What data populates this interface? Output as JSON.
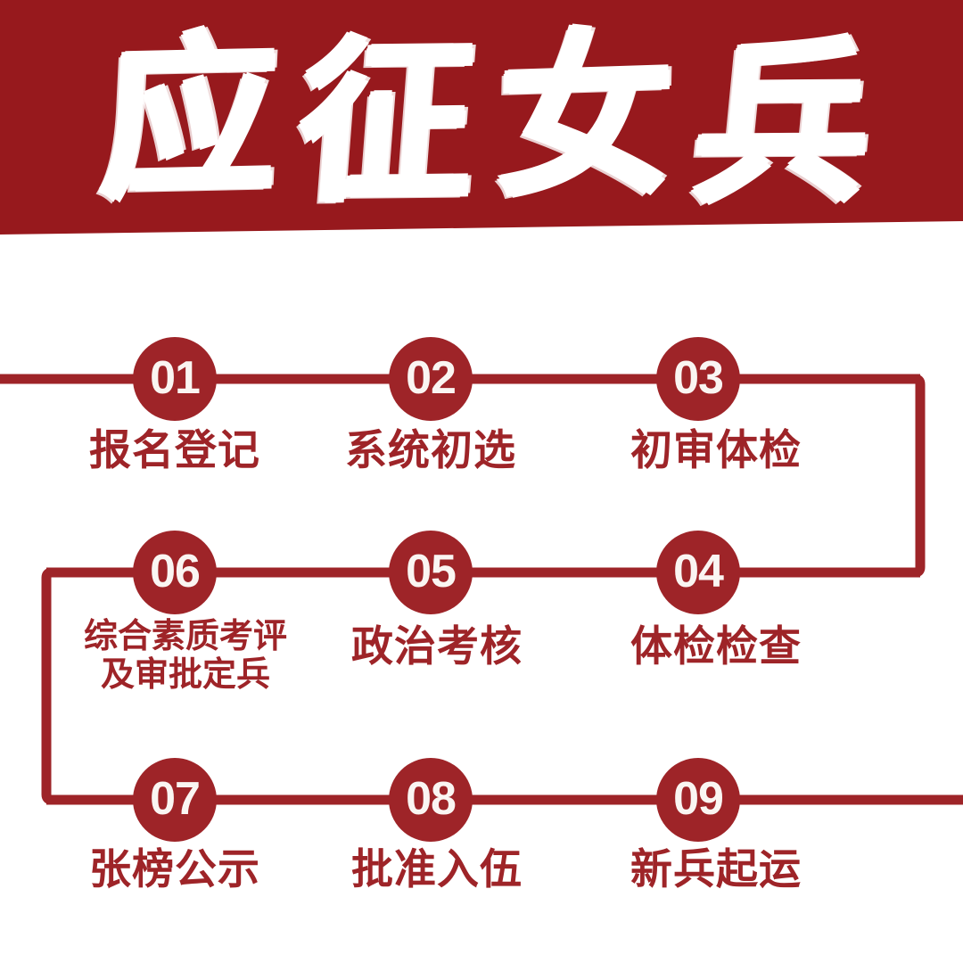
{
  "banner": {
    "title": "应征女兵",
    "chars": [
      "应",
      "征",
      "女",
      "兵"
    ],
    "background_color": "#97191D",
    "text_color": "#FFFFFF"
  },
  "theme": {
    "accent_color": "#9E2428",
    "banner_color": "#97191D",
    "page_background": "#FFFFFF",
    "number_text_color": "#FAF5F2"
  },
  "flow": {
    "rows": [
      {
        "direction": "left-to-right",
        "steps": [
          {
            "number": "01",
            "label": "报名登记",
            "lines": [
              "报名登记"
            ]
          },
          {
            "number": "02",
            "label": "系统初选",
            "lines": [
              "系统初选"
            ]
          },
          {
            "number": "03",
            "label": "初审体检",
            "lines": [
              "初审体检"
            ]
          }
        ]
      },
      {
        "direction": "right-to-left",
        "steps": [
          {
            "number": "04",
            "label": "体检检查",
            "lines": [
              "体检检查"
            ]
          },
          {
            "number": "05",
            "label": "政治考核",
            "lines": [
              "政治考核"
            ]
          },
          {
            "number": "06",
            "label": "综合素质考评及审批定兵",
            "lines": [
              "综合素质考评",
              "及审批定兵"
            ]
          }
        ]
      },
      {
        "direction": "left-to-right",
        "steps": [
          {
            "number": "07",
            "label": "张榜公示",
            "lines": [
              "张榜公示"
            ]
          },
          {
            "number": "08",
            "label": "批准入伍",
            "lines": [
              "批准入伍"
            ]
          },
          {
            "number": "09",
            "label": "新兵起运",
            "lines": [
              "新兵起运"
            ]
          }
        ]
      }
    ]
  }
}
